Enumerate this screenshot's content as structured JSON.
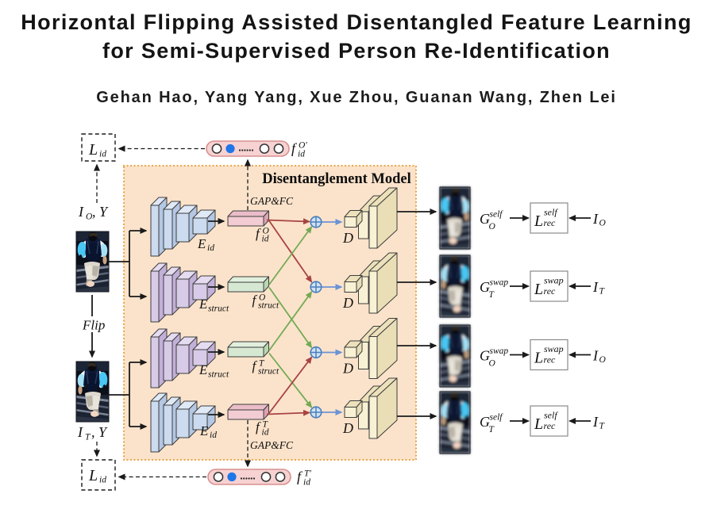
{
  "header": {
    "title_line1": "Horizontal Flipping Assisted Disentangled Feature Learning",
    "title_line2": "for Semi-Supervised Person Re-Identification",
    "authors": "Gehan Hao, Yang Yang, Xue Zhou, Guanan Wang, Zhen Lei"
  },
  "panel": {
    "title": "Disentanglement Model"
  },
  "losses": {
    "id_top": {
      "base": "L",
      "sub": "id"
    },
    "id_bottom": {
      "base": "L",
      "sub": "id"
    }
  },
  "inputs": {
    "original": {
      "base": "I",
      "sub": "O",
      "rest": ", Y"
    },
    "flipped": {
      "base": "I",
      "sub": "T",
      "rest": ", Y"
    },
    "flip_label": "Flip"
  },
  "capsules": {
    "top": {
      "base": "f",
      "sub": "id",
      "sup": "O′"
    },
    "bottom": {
      "base": "f",
      "sub": "id",
      "sup": "T′"
    }
  },
  "gapfc_top": "GAP&FC",
  "gapfc_bottom": "GAP&FC",
  "encoders": [
    {
      "label": {
        "base": "E",
        "sub": "id"
      }
    },
    {
      "label": {
        "base": "E",
        "sub": "struct"
      }
    },
    {
      "label": {
        "base": "E",
        "sub": "struct"
      }
    },
    {
      "label": {
        "base": "E",
        "sub": "id"
      }
    }
  ],
  "features": [
    {
      "base": "f",
      "sub": "id",
      "sup": "O"
    },
    {
      "base": "f",
      "sub": "struct",
      "sup": "O"
    },
    {
      "base": "f",
      "sub": "struct",
      "sup": "T"
    },
    {
      "base": "f",
      "sub": "id",
      "sup": "T"
    }
  ],
  "decoders": [
    {
      "label": "D"
    },
    {
      "label": "D"
    },
    {
      "label": "D"
    },
    {
      "label": "D"
    }
  ],
  "outputs": [
    {
      "g": {
        "base": "G",
        "sub": "O",
        "sup": "self"
      },
      "loss": {
        "base": "L",
        "sub": "rec",
        "sup": "self"
      },
      "input": {
        "base": "I",
        "sub": "O"
      }
    },
    {
      "g": {
        "base": "G",
        "sub": "T",
        "sup": "swap"
      },
      "loss": {
        "base": "L",
        "sub": "rec",
        "sup": "swap"
      },
      "input": {
        "base": "I",
        "sub": "T"
      }
    },
    {
      "g": {
        "base": "G",
        "sub": "O",
        "sup": "swap"
      },
      "loss": {
        "base": "L",
        "sub": "rec",
        "sup": "swap"
      },
      "input": {
        "base": "I",
        "sub": "O"
      }
    },
    {
      "g": {
        "base": "G",
        "sub": "T",
        "sup": "self"
      },
      "loss": {
        "base": "L",
        "sub": "rec",
        "sup": "self"
      },
      "input": {
        "base": "I",
        "sub": "T"
      }
    }
  ],
  "colors": {
    "panel_fill": "#fbe3cb",
    "panel_border": "#e9a64a",
    "identity_arrow": "#a84341",
    "structure_arrow": "#74aa55",
    "decode_arrow": "#6b93d6",
    "id_feature": "#f2cbd3",
    "struct_feature": "#d6e8d2",
    "id_encoder": "#ccdbef",
    "struct_encoder": "#d8cbe7",
    "decoder": "#f8f1d4",
    "capsule": "#f7d2d2",
    "capsule_active_dot": "#1f76e8"
  }
}
